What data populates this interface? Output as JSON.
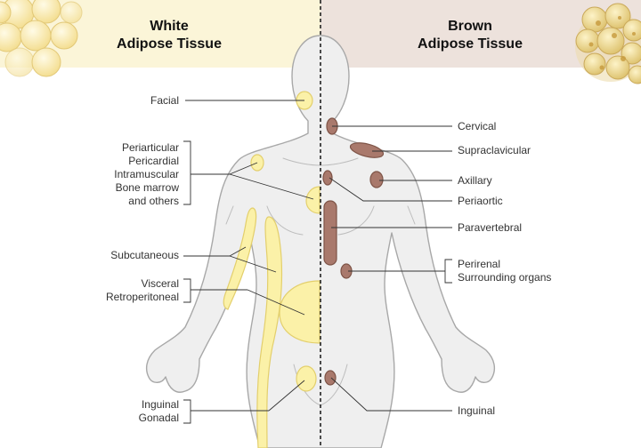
{
  "headers": {
    "white": [
      "White",
      "Adipose Tissue"
    ],
    "brown": [
      "Brown",
      "Adipose Tissue"
    ]
  },
  "labels": {
    "facial": "Facial",
    "organ_group": [
      "Periarticular",
      "Pericardial",
      "Intramuscular",
      "Bone marrow",
      "and others"
    ],
    "subcutaneous": "Subcutaneous",
    "visceral": [
      "Visceral",
      "Retroperitoneal"
    ],
    "inguinal_gonadal": [
      "Inguinal",
      "Gonadal"
    ],
    "cervical": "Cervical",
    "supraclavicular": "Supraclavicular",
    "axillary": "Axillary",
    "periaortic": "Periaortic",
    "paravertebral": "Paravertebral",
    "perirenal": [
      "Perirenal",
      "Surrounding organs"
    ],
    "inguinal_brown": "Inguinal"
  },
  "colors": {
    "white_panel": "#fbf5d8",
    "brown_panel": "#ede2dc",
    "white_fat": "#fbf1a8",
    "white_fat_stroke": "#e3cf6c",
    "brown_fat": "#a9796c",
    "brown_fat_stroke": "#7e5447",
    "body": "#efefef",
    "body_stroke": "#a8a8a8",
    "leader": "#333333"
  }
}
